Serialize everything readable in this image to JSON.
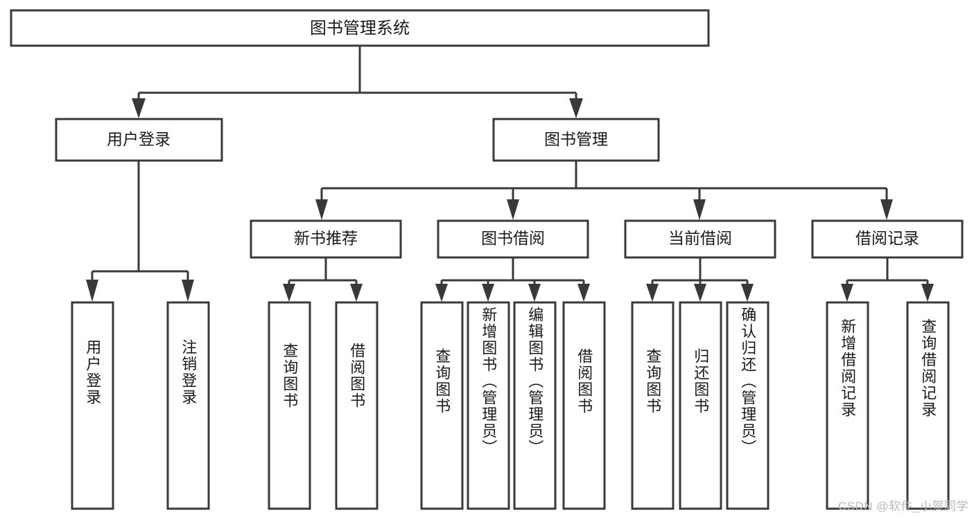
{
  "diagram": {
    "type": "tree",
    "title": "图书管理系统",
    "orientation": "top-down",
    "colors": {
      "stroke": "#393939",
      "box_fill": "#ffffff",
      "text": "#1a1a1a",
      "background": "#ffffff",
      "watermark": "#b9b9b9"
    },
    "root": {
      "label": "图书管理系统"
    },
    "level2": [
      {
        "label": "用户登录"
      },
      {
        "label": "图书管理"
      }
    ],
    "level3": [
      {
        "label": "新书推荐"
      },
      {
        "label": "图书借阅"
      },
      {
        "label": "当前借阅"
      },
      {
        "label": "借阅记录"
      }
    ],
    "leaves": {
      "user_login": [
        {
          "label": "用户登录"
        },
        {
          "label": "注销登录"
        }
      ],
      "new_book_recommend": [
        {
          "label": "查询图书"
        },
        {
          "label": "借阅图书"
        }
      ],
      "book_borrow": [
        {
          "label": "查询图书"
        },
        {
          "label": "新增图书（管理员）"
        },
        {
          "label": "编辑图书（管理员）"
        },
        {
          "label": "借阅图书"
        }
      ],
      "current_borrow": [
        {
          "label": "查询图书"
        },
        {
          "label": "归还图书"
        },
        {
          "label": "确认归还（管理员）"
        }
      ],
      "borrow_record": [
        {
          "label": "新增借阅记录"
        },
        {
          "label": "查询借阅记录"
        }
      ]
    },
    "watermark": "CSDN @软件_小贺同学"
  }
}
